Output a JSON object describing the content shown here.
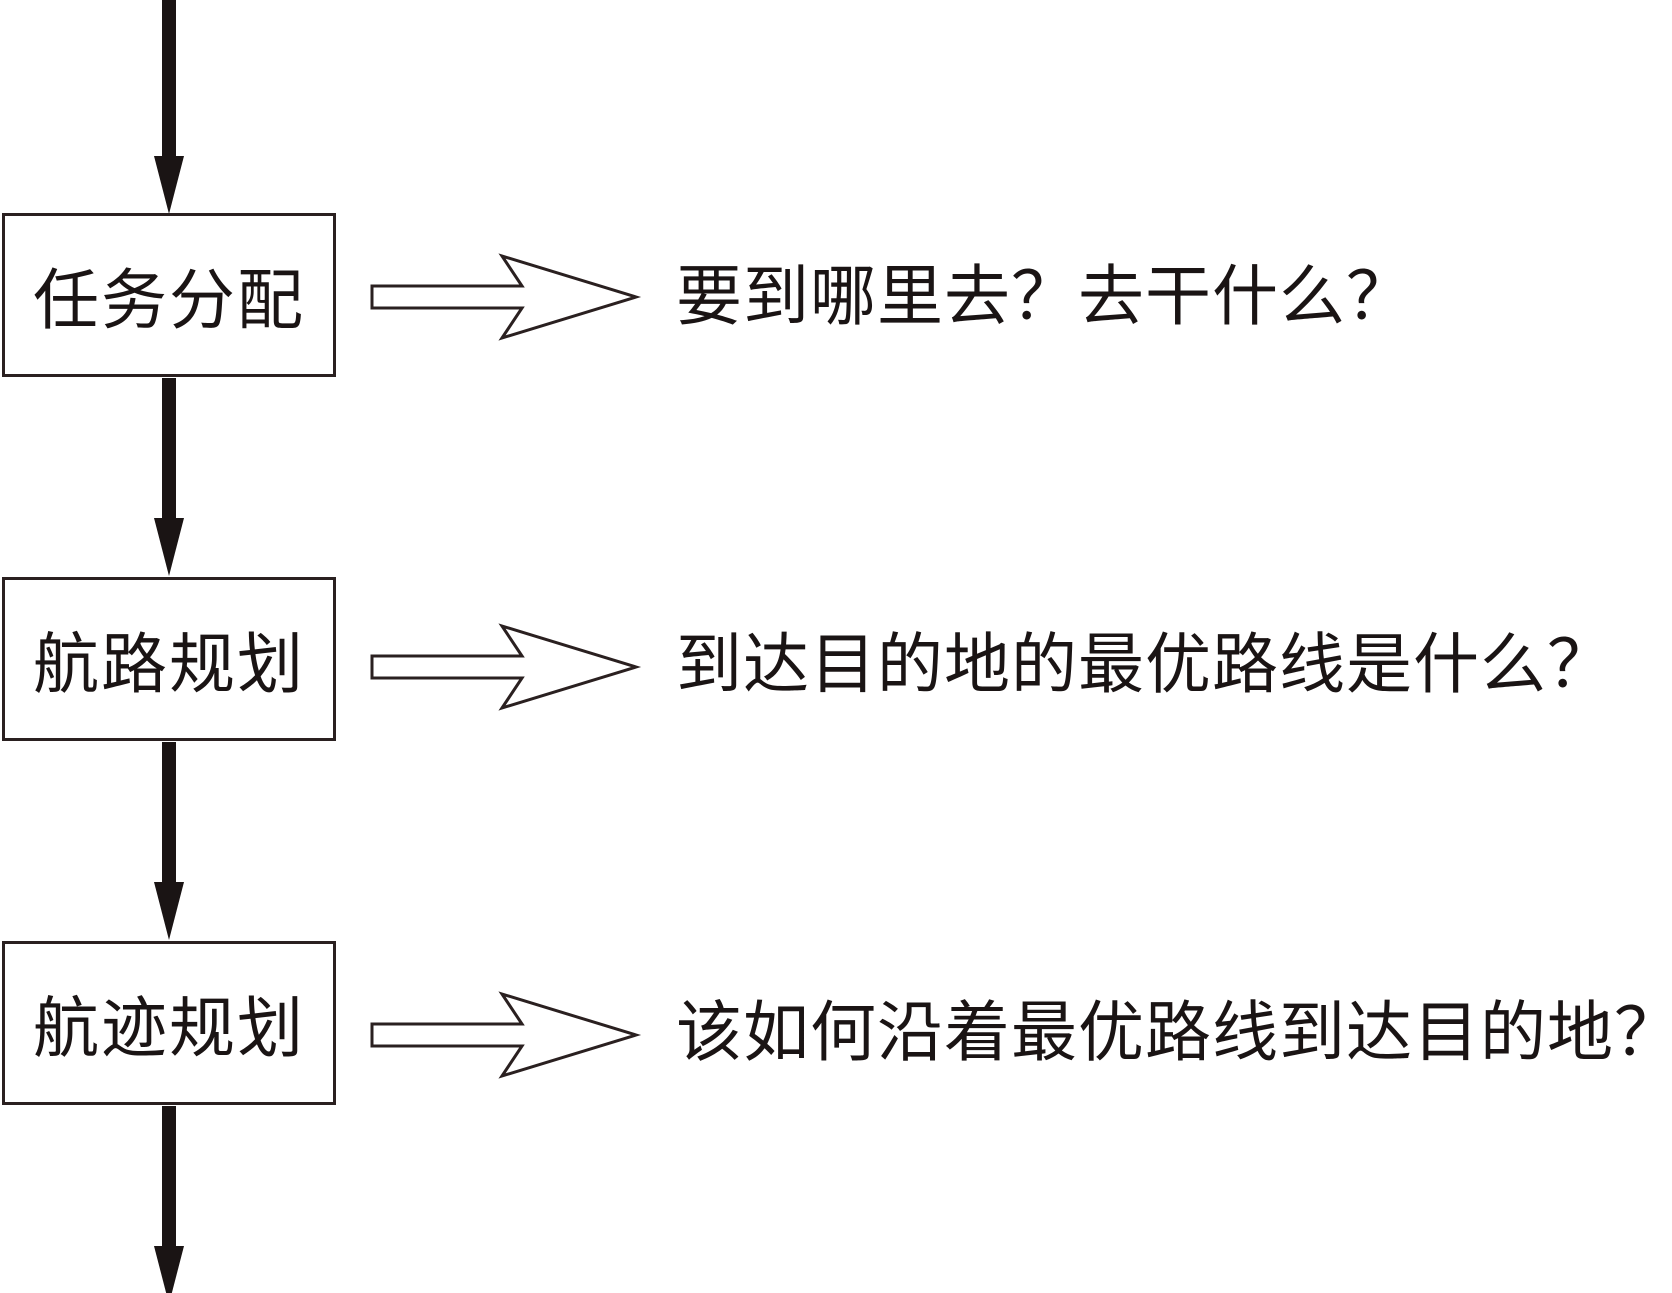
{
  "stages": [
    {
      "label": "任务分配",
      "question": "要到哪里去？去干什么？"
    },
    {
      "label": "航路规划",
      "question": "到达目的地的最优路线是什么？"
    },
    {
      "label": "航迹规划",
      "question": "该如何沿着最优路线到达目的地？"
    }
  ],
  "colors": {
    "stroke": "#2a2020",
    "text": "#1a1414",
    "background": "#ffffff"
  }
}
